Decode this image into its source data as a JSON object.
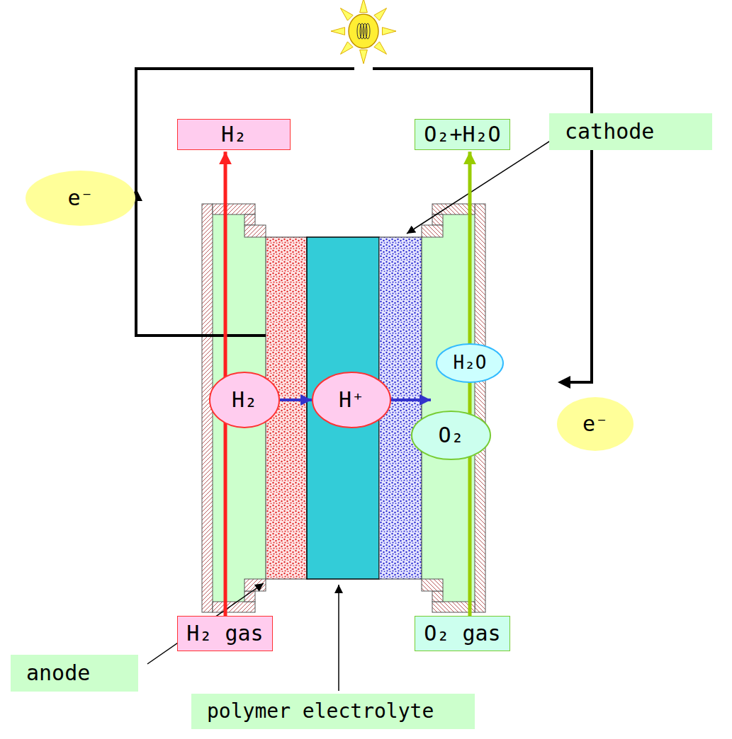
{
  "diagram": {
    "nodes": [
      {
        "text": [
          "H₂"
        ]
      },
      {
        "text": [
          "O₂+H₂O"
        ]
      },
      {
        "text": [
          "cathode"
        ]
      },
      {
        "text": [
          "e⁻"
        ]
      },
      {
        "text": [
          "H₂"
        ]
      },
      {
        "text": [
          "H⁺"
        ]
      },
      {
        "text": [
          "H₂O"
        ]
      },
      {
        "text": [
          "e⁻"
        ]
      },
      {
        "text": [
          "O₂"
        ]
      },
      {
        "text": [
          "anode"
        ]
      },
      {
        "text": [
          "H₂ gas"
        ]
      },
      {
        "text": [
          "O₂ gas"
        ]
      },
      {
        "text": [
          "polymer electrolyte"
        ]
      }
    ],
    "edges": [
      {
        "from": 10,
        "to": 0,
        "arrow": "to"
      },
      {
        "from": 11,
        "to": 1,
        "arrow": "to"
      },
      {
        "from": 4,
        "to": 5,
        "arrow": "to"
      },
      {
        "from": 5,
        "to": 8,
        "arrow": "to"
      }
    ]
  }
}
